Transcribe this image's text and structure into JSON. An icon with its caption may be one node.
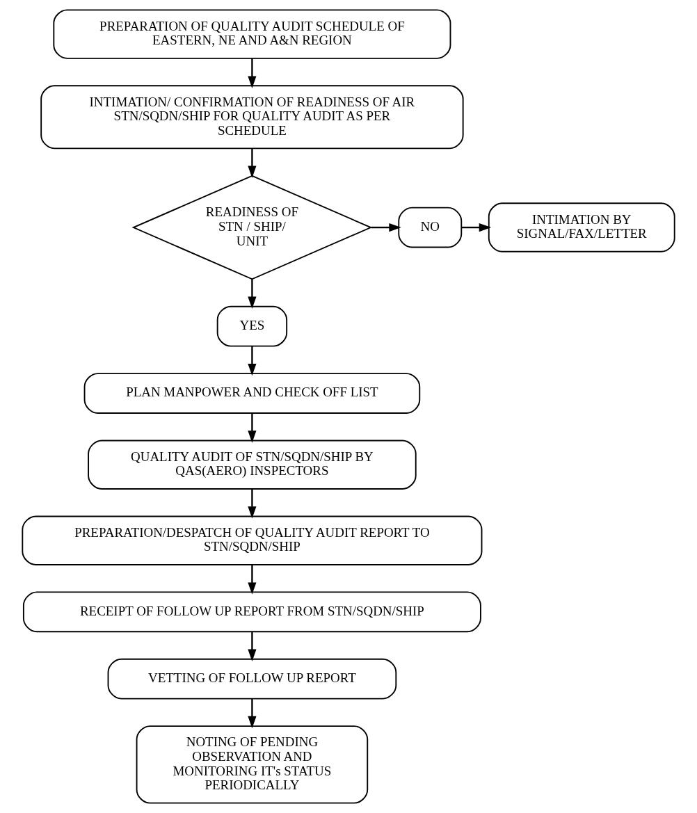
{
  "diagram": {
    "nodes": [
      {
        "text": [
          "PREPARATION OF QUALITY AUDIT SCHEDULE OF EASTERN, NE AND A&N REGION"
        ]
      },
      {
        "text": [
          "INTIMATION/ CONFIRMATION OF READINESS OF AIR STN/SQDN/SHIP FOR QUALITY AUDIT AS PER SCHEDULE"
        ]
      },
      {
        "text": [
          "READINESS OF STN / SHIP/ UNIT"
        ]
      },
      {
        "text": [
          "NO"
        ]
      },
      {
        "text": [
          "INTIMATION BY SIGNAL/FAX/LETTER"
        ]
      },
      {
        "text": [
          "YES"
        ]
      },
      {
        "text": [
          "PLAN MANPOWER AND CHECK OFF LIST"
        ]
      },
      {
        "text": [
          "QUALITY AUDIT OF STN/SQDN/SHIP BY QAS(AERO) INSPECTORS"
        ]
      },
      {
        "text": [
          "PREPARATION/DESPATCH OF QUALITY AUDIT REPORT TO STN/SQDN/SHIP"
        ]
      },
      {
        "text": [
          "RECEIPT OF FOLLOW UP REPORT FROM STN/SQDN/SHIP"
        ]
      },
      {
        "text": [
          "VETTING OF FOLLOW UP REPORT"
        ]
      },
      {
        "text": [
          "NOTING OF PENDING OBSERVATION AND MONITORING IT's STATUS PERIODICALLY"
        ]
      }
    ],
    "edges": [
      {
        "from": 0,
        "to": 1,
        "arrow": "to"
      },
      {
        "from": 1,
        "to": 2,
        "arrow": "to"
      },
      {
        "from": 2,
        "to": 3,
        "arrow": "to"
      },
      {
        "from": 3,
        "to": 4,
        "arrow": "to"
      },
      {
        "from": 2,
        "to": 5,
        "arrow": "to"
      },
      {
        "from": 5,
        "to": 6,
        "arrow": "to"
      },
      {
        "from": 6,
        "to": 7,
        "arrow": "to"
      },
      {
        "from": 7,
        "to": 8,
        "arrow": "to"
      },
      {
        "from": 8,
        "to": 9,
        "arrow": "to"
      },
      {
        "from": 9,
        "to": 10,
        "arrow": "to"
      },
      {
        "from": 10,
        "to": 11,
        "arrow": "to"
      }
    ]
  }
}
